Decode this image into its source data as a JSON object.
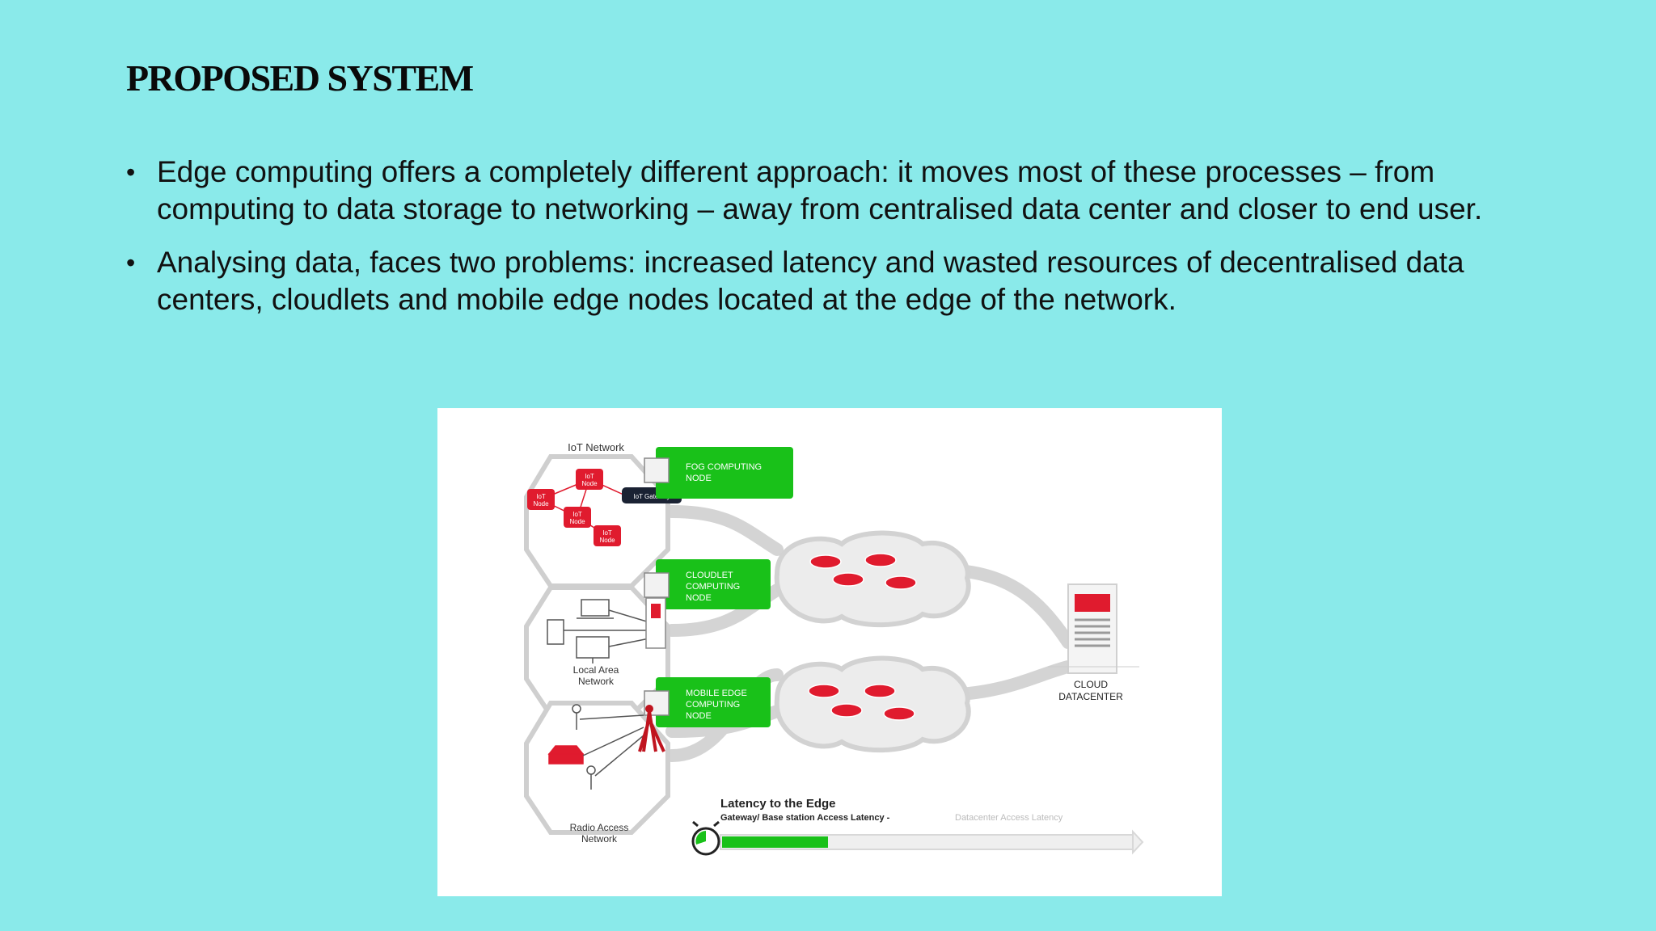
{
  "slide": {
    "title": "PROPOSED SYSTEM",
    "bullets": [
      "Edge computing offers a completely different approach: it moves most of these processes – from computing to data storage to networking – away from centralised data center and closer to end user.",
      "Analysing data, faces two problems: increased latency and wasted resources of decentralised data centers, cloudlets and mobile edge nodes located at the edge of the network."
    ],
    "bullet_symbol": "•"
  },
  "diagram": {
    "iot_network_label": "IoT Network",
    "iot_node_label_1": "IoT",
    "iot_node_label_2": "Node",
    "iot_gateway_label": "IoT Gateway",
    "fog_node_label_1": "FOG COMPUTING",
    "fog_node_label_2": "NODE",
    "cloudlet_label_1": "CLOUDLET",
    "cloudlet_label_2": "COMPUTING",
    "cloudlet_label_3": "NODE",
    "mobile_edge_label_1": "MOBILE EDGE",
    "mobile_edge_label_2": "COMPUTING",
    "mobile_edge_label_3": "NODE",
    "lan_label_1": "Local Area",
    "lan_label_2": "Network",
    "ran_label_1": "Radio Access",
    "ran_label_2": "Network",
    "cloud_label_1": "CLOUD",
    "cloud_label_2": "DATACENTER",
    "latency_title": "Latency to the Edge",
    "latency_sub_dark": "Gateway/ Base station Access Latency -",
    "latency_sub_light": "Datacenter Access Latency",
    "colors": {
      "background": "#8aeaea",
      "green": "#19c119",
      "red": "#e01b2e",
      "dark": "#1a2233",
      "grey": "#c8c8c8"
    }
  }
}
